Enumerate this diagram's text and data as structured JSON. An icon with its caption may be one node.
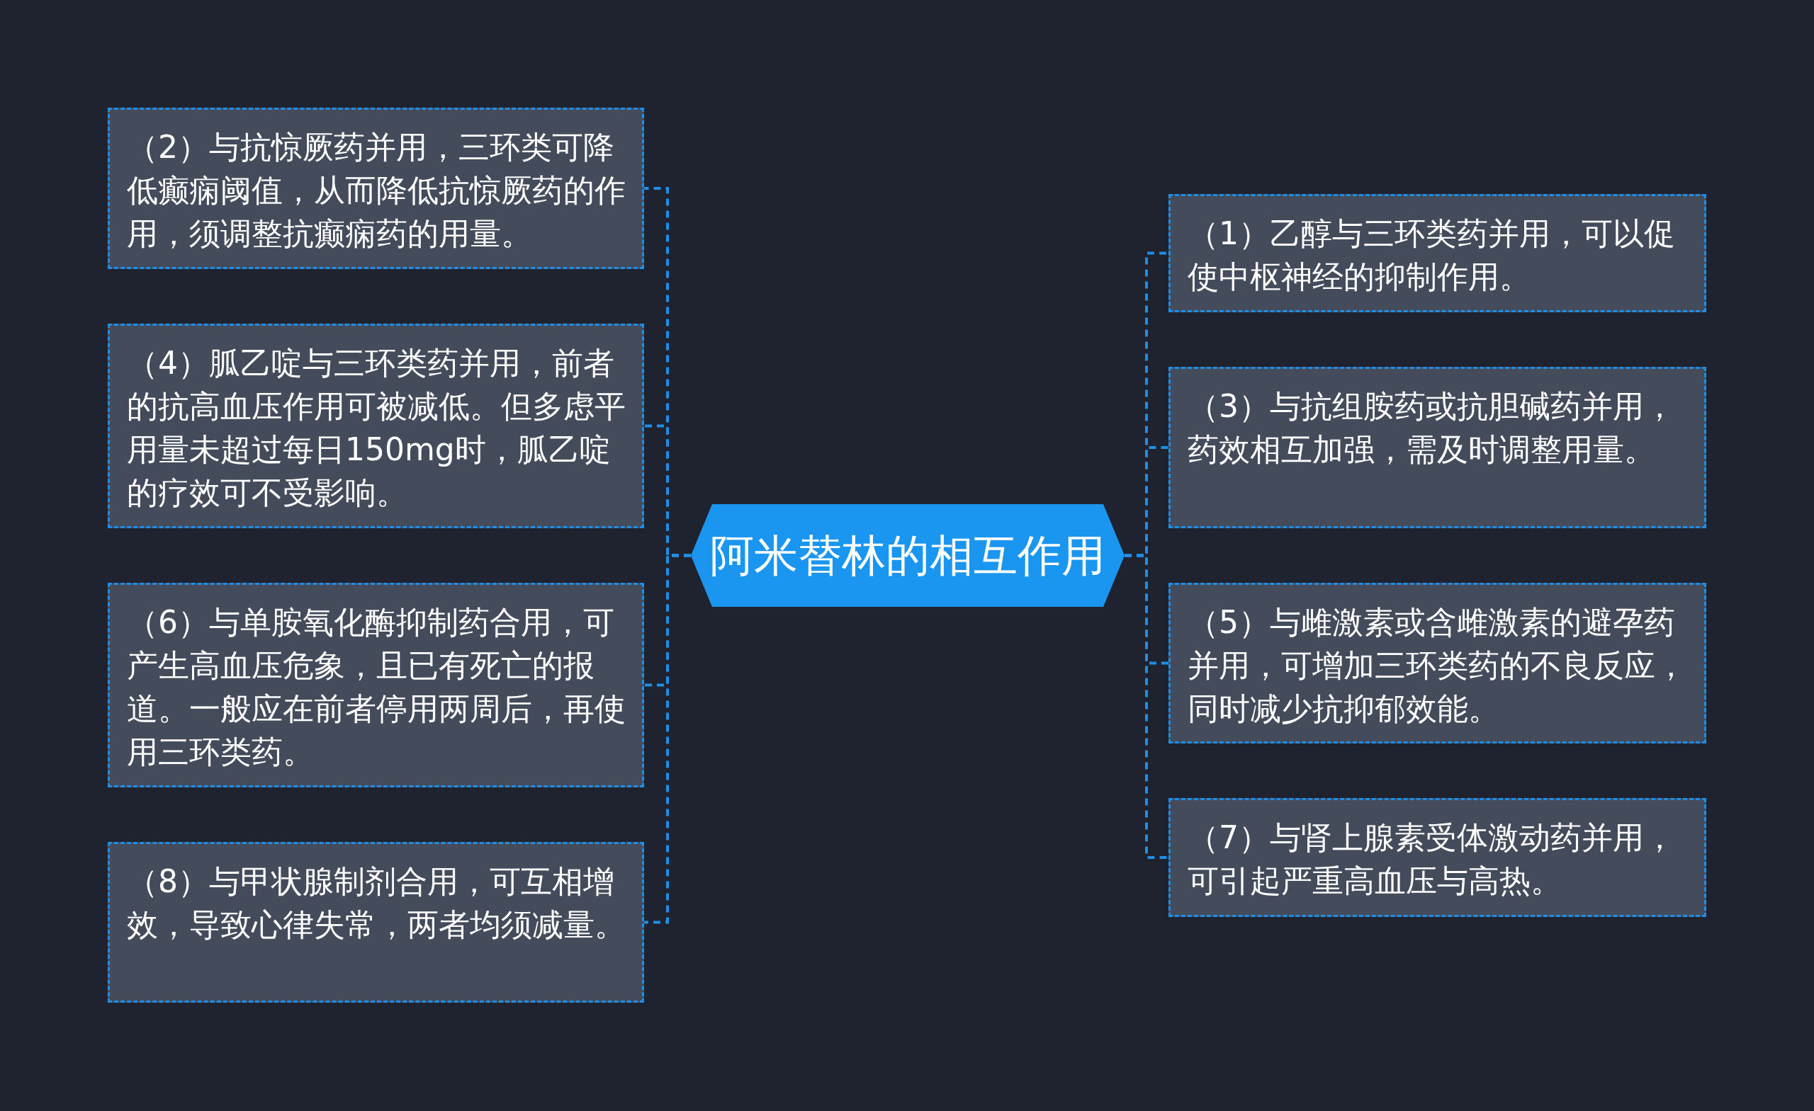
{
  "diagram": {
    "nodes": [
      {
        "text": [
          "阿米替林的相互作用"
        ]
      },
      {
        "text": [
          "（2）与抗惊厥药并用，三环类可降低癫痫阈值，从而降低抗惊厥药的作用，须调整抗癫痫药的用量。"
        ]
      },
      {
        "text": [
          "（4）胍乙啶与三环类药并用，前者的抗高血压作用可被减低。但多虑平用量未超过每日150mg时，胍乙啶的疗效可不受影响。"
        ]
      },
      {
        "text": [
          "（6）与单胺氧化酶抑制药合用，可产生高血压危象，且已有死亡的报道。一般应在前者停用两周后，再使用三环类药。"
        ]
      },
      {
        "text": [
          "（8）与甲状腺制剂合用，可互相增效，导致心律失常，两者均须减量。"
        ]
      },
      {
        "text": [
          "（1）乙醇与三环类药并用，可以促使中枢神经的抑制作用。"
        ]
      },
      {
        "text": [
          "（3）与抗组胺药或抗胆碱药并用，药效相互加强，需及时调整用量。"
        ]
      },
      {
        "text": [
          "（5）与雌激素或含雌激素的避孕药并用，可增加三环类药的不良反应，同时减少抗抑郁效能。"
        ]
      },
      {
        "text": [
          "（7）与肾上腺素受体激动药并用，可引起严重高血压与高热。"
        ]
      }
    ],
    "edges": [
      {
        "from": 0,
        "to": 1,
        "arrow": "none",
        "style": "dashed"
      },
      {
        "from": 0,
        "to": 2,
        "arrow": "none",
        "style": "dashed"
      },
      {
        "from": 0,
        "to": 3,
        "arrow": "none",
        "style": "dashed"
      },
      {
        "from": 0,
        "to": 4,
        "arrow": "none",
        "style": "dashed"
      },
      {
        "from": 0,
        "to": 5,
        "arrow": "none",
        "style": "dashed"
      },
      {
        "from": 0,
        "to": 6,
        "arrow": "none",
        "style": "dashed"
      },
      {
        "from": 0,
        "to": 7,
        "arrow": "none",
        "style": "dashed"
      },
      {
        "from": 0,
        "to": 8,
        "arrow": "none",
        "style": "dashed"
      }
    ]
  }
}
